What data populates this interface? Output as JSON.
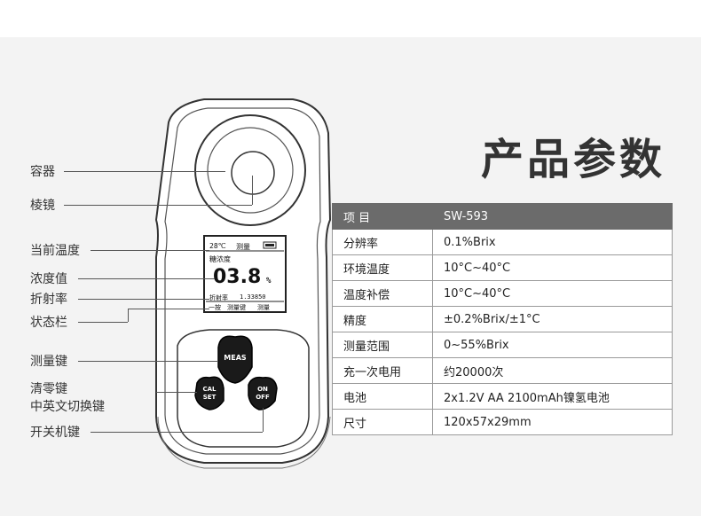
{
  "title": "产品参数",
  "labels": {
    "container": "容器",
    "prism": "棱镜",
    "current_temp": "当前温度",
    "concentration": "浓度值",
    "refractive_index": "折射率",
    "status_bar": "状态栏",
    "measure_key": "测量键",
    "zero_key": "清零键",
    "language_key": "中英文切换键",
    "power_key": "开关机键"
  },
  "screen": {
    "temp": "28℃",
    "mode": "测量",
    "name": "糖浓度",
    "value": "03.8",
    "unit": "%",
    "ri_label": "折射率",
    "ri_value": "1.33850",
    "status": [
      "一按",
      "测量键",
      "测量"
    ]
  },
  "buttons": {
    "meas": "MEAS",
    "cal_top": "CAL",
    "cal_bottom": "SET",
    "on_top": "ON",
    "on_bottom": "OFF"
  },
  "specs": {
    "header": {
      "key": "项 目",
      "value": "SW-593"
    },
    "rows": [
      {
        "key": "分辨率",
        "value": "0.1%Brix"
      },
      {
        "key": "环境温度",
        "value": "10°C~40°C"
      },
      {
        "key": "温度补偿",
        "value": "10°C~40°C"
      },
      {
        "key": "精度",
        "value": "±0.2%Brix/±1°C"
      },
      {
        "key": "测量范围",
        "value": "0~55%Brix"
      },
      {
        "key": "充一次电用",
        "value": "约20000次"
      },
      {
        "key": "电池",
        "value": "2x1.2V AA 2100mAh镍氢电池"
      },
      {
        "key": "尺寸",
        "value": "120x57x29mm"
      }
    ]
  }
}
